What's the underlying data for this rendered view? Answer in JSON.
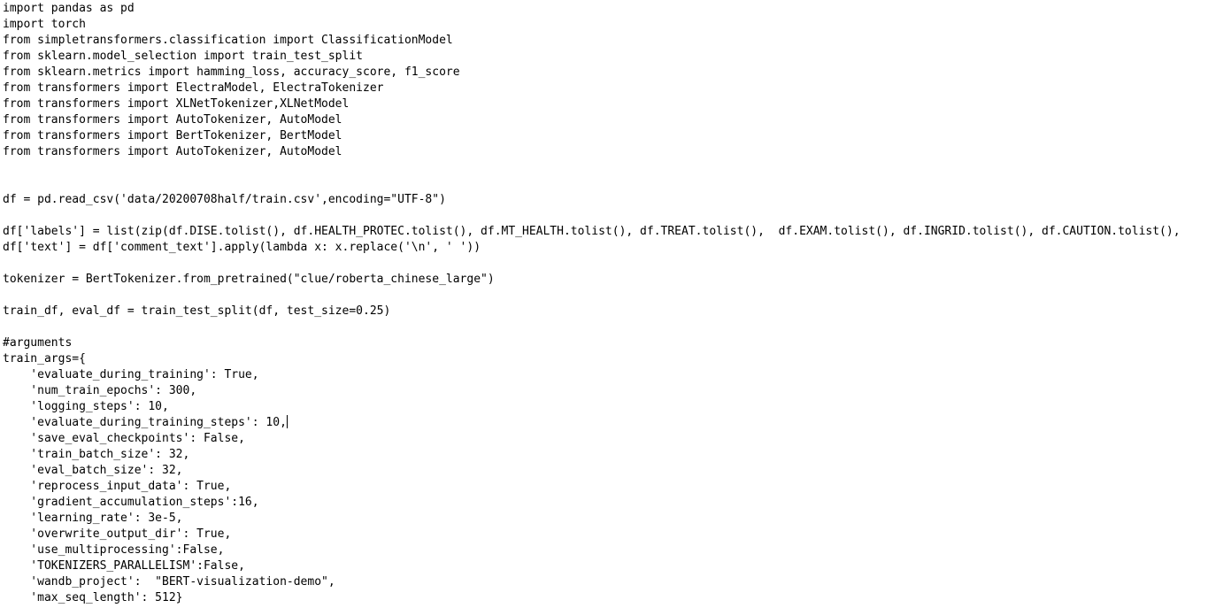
{
  "editor": {
    "text_color": "#000000",
    "background_color": "#ffffff",
    "caret_line_index": 26,
    "lines": [
      "import pandas as pd",
      "import torch",
      "from simpletransformers.classification import ClassificationModel",
      "from sklearn.model_selection import train_test_split",
      "from sklearn.metrics import hamming_loss, accuracy_score, f1_score",
      "from transformers import ElectraModel, ElectraTokenizer",
      "from transformers import XLNetTokenizer,XLNetModel",
      "from transformers import AutoTokenizer, AutoModel",
      "from transformers import BertTokenizer, BertModel",
      "from transformers import AutoTokenizer, AutoModel",
      "",
      "",
      "df = pd.read_csv('data/20200708half/train.csv',encoding=\"UTF-8\")",
      "",
      "df['labels'] = list(zip(df.DISE.tolist(), df.HEALTH_PROTEC.tolist(), df.MT_HEALTH.tolist(), df.TREAT.tolist(),  df.EXAM.tolist(), df.INGRID.tolist(), df.CAUTION.tolist(),",
      "df['text'] = df['comment_text'].apply(lambda x: x.replace('\\n', ' '))",
      "",
      "tokenizer = BertTokenizer.from_pretrained(\"clue/roberta_chinese_large\")",
      "",
      "train_df, eval_df = train_test_split(df, test_size=0.25)",
      "",
      "#arguments",
      "train_args={",
      "    'evaluate_during_training': True,",
      "    'num_train_epochs': 300,",
      "    'logging_steps': 10,",
      "    'evaluate_during_training_steps': 10,",
      "    'save_eval_checkpoints': False,",
      "    'train_batch_size': 32,",
      "    'eval_batch_size': 32,",
      "    'reprocess_input_data': True,",
      "    'gradient_accumulation_steps':16,",
      "    'learning_rate': 3e-5,",
      "    'overwrite_output_dir': True,",
      "    'use_multiprocessing':False,",
      "    'TOKENIZERS_PARALLELISM':False,",
      "    'wandb_project':  \"BERT-visualization-demo\",",
      "    'max_seq_length': 512}"
    ]
  }
}
